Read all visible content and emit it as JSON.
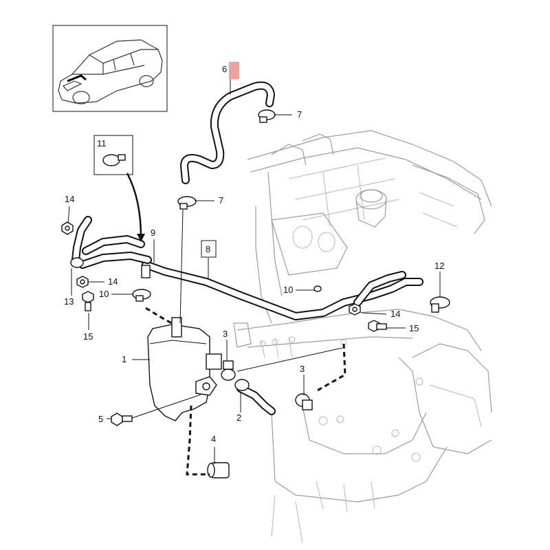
{
  "callouts": {
    "c1": "1",
    "c2": "2",
    "c3a": "3",
    "c3b": "3",
    "c4": "4",
    "c5": "5",
    "c6": "6",
    "c7a": "7",
    "c7b": "7",
    "c8": "8",
    "c9": "9",
    "c10a": "10",
    "c10b": "10",
    "c11": "11",
    "c12": "12",
    "c13": "13",
    "c14a": "14",
    "c14b": "14",
    "c14c": "14",
    "c15a": "15",
    "c15b": "15"
  },
  "colors": {
    "line": "#111111",
    "engine": "#9a9a9a",
    "highlight": "#f0a0a0"
  }
}
